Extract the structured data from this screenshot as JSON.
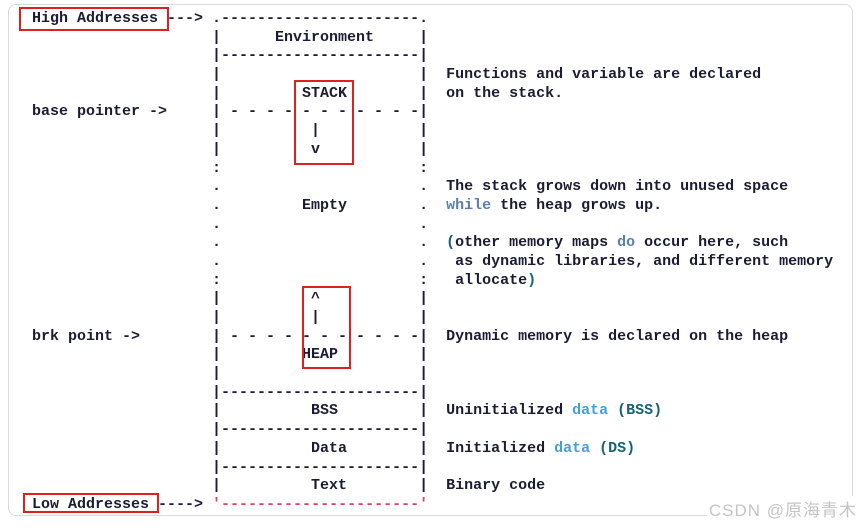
{
  "colors": {
    "red": "#e02020",
    "kw": "#5a7fae",
    "dt": "#42a0d8",
    "tl": "#156377",
    "str": "#e0406a",
    "text": "#1b1b33"
  },
  "labels": {
    "high_addresses": "High Addresses",
    "base_pointer": "base pointer ->",
    "brk_point": "brk point ->",
    "low_addresses": "Low Addresses",
    "segments": [
      "Environment",
      "STACK",
      "Empty",
      "HEAP",
      "BSS",
      "Data",
      "Text"
    ],
    "comments": [
      "Functions and variable are declared on the stack.",
      "The stack grows down into unused space while the heap grows up.",
      "(other memory maps do occur here, such as dynamic libraries, and different memory allocate)",
      "Dynamic memory is declared on the heap",
      "Uninitialized data (BSS)",
      "Initialized data (DS)",
      "Binary code"
    ]
  },
  "watermark": "CSDN @原海青木",
  "diagram": {
    "rows": [
      [
        {
          "t": "  High Addresses ---> .----------------------."
        }
      ],
      [
        {
          "t": "                      |      Environment     |"
        }
      ],
      [
        {
          "t": "                      |----------------------|"
        }
      ],
      [
        {
          "t": "                      |                      |  Functions and variable are declared"
        }
      ],
      [
        {
          "t": "                      |         STACK        |  on the stack."
        }
      ],
      [
        {
          "t": "  base pointer ->     | - - - - - - - - - - -|"
        }
      ],
      [
        {
          "t": "                      |          |           |"
        }
      ],
      [
        {
          "t": "                      |          v           |"
        }
      ],
      [
        {
          "t": "                      :                      :"
        }
      ],
      [
        {
          "t": "                      .                      .  The stack grows down into unused space"
        }
      ],
      [
        {
          "t": "                      .         Empty        .  "
        },
        {
          "t": "while",
          "c": "kw"
        },
        {
          "t": " the heap grows up."
        }
      ],
      [
        {
          "t": "                      .                      ."
        }
      ],
      [
        {
          "t": "                      .                      .  "
        },
        {
          "t": "(",
          "c": "tl"
        },
        {
          "t": "other memory maps "
        },
        {
          "t": "do",
          "c": "kw"
        },
        {
          "t": " occur here, such"
        }
      ],
      [
        {
          "t": "                      .                      .   as dynamic libraries, and different memory"
        }
      ],
      [
        {
          "t": "                      :                      :   allocate"
        },
        {
          "t": ")",
          "c": "tl"
        }
      ],
      [
        {
          "t": "                      |          ^           |"
        }
      ],
      [
        {
          "t": "                      |          |           |"
        }
      ],
      [
        {
          "t": "  brk point ->        | - - - - - - - - - - -|  Dynamic memory is declared on the heap"
        }
      ],
      [
        {
          "t": "                      |         HEAP         |"
        }
      ],
      [
        {
          "t": "                      |                      |"
        }
      ],
      [
        {
          "t": "                      |----------------------|"
        }
      ],
      [
        {
          "t": "                      |          BSS         |  Uninitialized "
        },
        {
          "t": "data",
          "c": "dt"
        },
        {
          "t": " "
        },
        {
          "t": "(BSS)",
          "c": "tl"
        }
      ],
      [
        {
          "t": "                      |----------------------|"
        }
      ],
      [
        {
          "t": "                      |          Data        |  Initialized "
        },
        {
          "t": "data",
          "c": "dt"
        },
        {
          "t": " "
        },
        {
          "t": "(DS)",
          "c": "tl"
        }
      ],
      [
        {
          "t": "                      |----------------------|"
        }
      ],
      [
        {
          "t": "                      |          Text        |  Binary code"
        }
      ],
      [
        {
          "t": "  Low Addresses ----> "
        },
        {
          "t": "'----------------------'",
          "c": "str"
        }
      ]
    ]
  }
}
